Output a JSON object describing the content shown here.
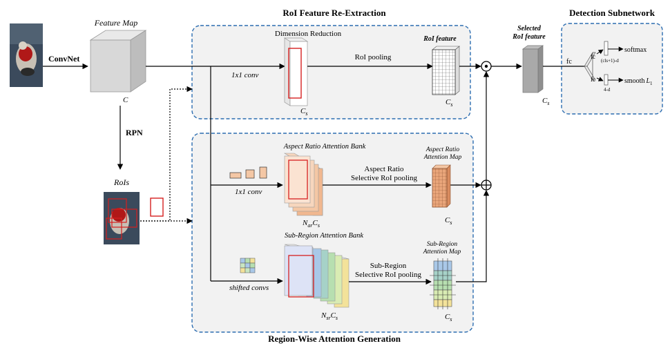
{
  "sections": {
    "reextraction_title": "RoI Feature Re-Extraction",
    "detection_title": "Detection Subnetwork",
    "attention_title": "Region-Wise Attention Generation"
  },
  "backbone": {
    "convnet_label": "ConvNet",
    "feature_map_label": "Feature Map",
    "feature_map_channels": "C",
    "rpn_label": "RPN",
    "rois_label": "RoIs"
  },
  "reextraction": {
    "dimension_reduction_label": "Dimension Reduction",
    "conv_label": "1x1 conv",
    "reduced_channels": "C",
    "reduced_channels_sub": "s",
    "roi_pooling_label": "RoI pooling",
    "roi_feature_label": "RoI feature",
    "roi_feature_channels": "C",
    "roi_feature_channels_sub": "s"
  },
  "selected": {
    "label_line1": "Selected",
    "label_line2": "RoI feature",
    "channels": "C",
    "channels_sub": "s"
  },
  "detection": {
    "fc_label": "fc",
    "fc_top": "fc",
    "fc_bottom": "fc",
    "cls_dim": "(cls+1)-d",
    "reg_dim": "4-d",
    "softmax_label": "softmax",
    "smooth_label": "smooth",
    "smooth_sub": "1",
    "smooth_var": "L"
  },
  "aspect_ratio": {
    "bank_label": "Aspect Ratio Attention Bank",
    "conv_label": "1x1 conv",
    "bank_channels": "N",
    "bank_channels_sub1": "ar",
    "bank_channels_sub2": "s",
    "pool_line1": "Aspect Ratio",
    "pool_line2": "Selective RoI pooling",
    "map_line1": "Aspect Ratio",
    "map_line2": "Attention Map",
    "map_channels": "C",
    "map_channels_sub": "s"
  },
  "sub_region": {
    "bank_label": "Sub-Region Attention Bank",
    "conv_label": "shifted convs",
    "bank_channels": "N",
    "bank_channels_sub1": "sr",
    "bank_channels_sub2": "s",
    "pool_line1": "Sub-Region",
    "pool_line2": "Selective RoI pooling",
    "map_line1": "Sub-Region",
    "map_line2": "Attention Map",
    "map_channels": "C",
    "map_channels_sub": "s"
  },
  "operators": {
    "multiply": "⊙",
    "add": "⊕"
  },
  "colors": {
    "box_border": "#2b6cb0",
    "box_fill": "#f2f2f2",
    "peach": "#f4c7a5",
    "peach_dark": "#e8a178",
    "red": "#d61f1f",
    "gray_cube": "#c8c8c8"
  }
}
